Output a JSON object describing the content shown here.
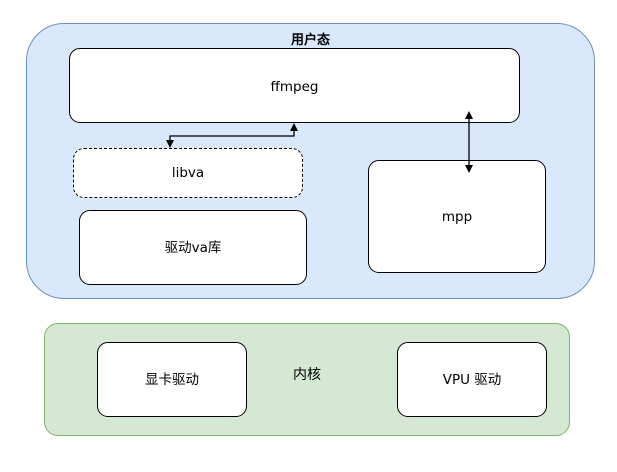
{
  "colors": {
    "user_space_fill": "#dae8fc",
    "user_space_border": "#6c8ebf",
    "kernel_fill": "#d5e8d4",
    "kernel_border": "#82b366",
    "box_fill": "#ffffff",
    "line": "#000000"
  },
  "user_space": {
    "title": "用户态",
    "boxes": {
      "ffmpeg": "ffmpeg",
      "libva": "libva",
      "driver_va": "驱动va库",
      "mpp": "mpp"
    }
  },
  "kernel": {
    "title": "内核",
    "boxes": {
      "gpu_driver": "显卡驱动",
      "vpu_driver": "VPU 驱动"
    }
  },
  "connections": [
    {
      "from": "ffmpeg",
      "to": "libva",
      "style": "elbow-bidirectional"
    },
    {
      "from": "ffmpeg",
      "to": "mpp",
      "style": "bidirectional"
    }
  ]
}
